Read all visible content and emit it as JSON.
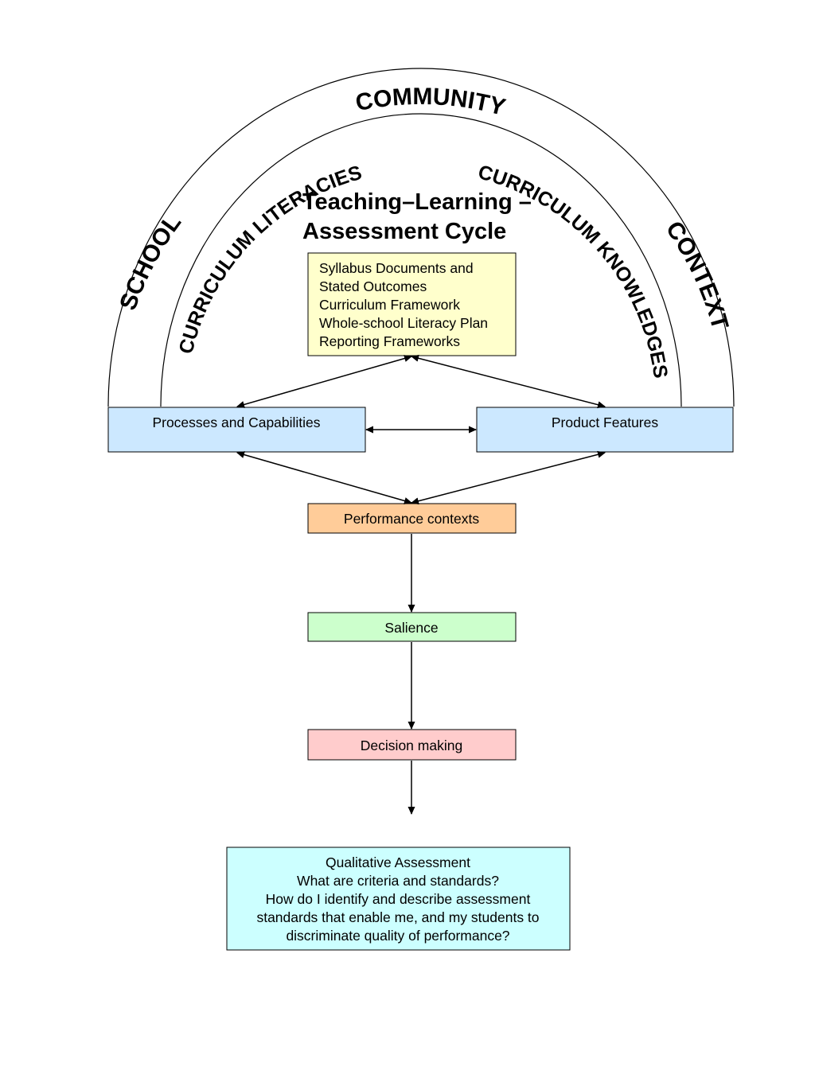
{
  "title": {
    "line1": "Teaching–Learning –",
    "line2": "Assessment Cycle"
  },
  "outer_arc": {
    "school": "SCHOOL",
    "community": "COMMUNITY",
    "context": "CONTEXT"
  },
  "inner_arc": {
    "literacies": "CURRICULUM LITERACIES",
    "knowledges": "CURRICULUM KNOWLEDGES"
  },
  "syllabus_box": {
    "lines": [
      "Syllabus Documents and",
      "Stated Outcomes",
      "Curriculum Framework",
      "Whole-school Literacy Plan",
      "Reporting Frameworks"
    ]
  },
  "processes_box": {
    "label": "Processes and Capabilities"
  },
  "product_box": {
    "label": "Product Features"
  },
  "performance_box": {
    "label": "Performance contexts"
  },
  "salience_box": {
    "label": "Salience"
  },
  "decision_box": {
    "label": "Decision making"
  },
  "qualitative_box": {
    "lines": [
      "Qualitative Assessment",
      "What are criteria and standards?",
      "How do I identify and describe assessment",
      "standards that enable me, and my students to",
      "discriminate quality of performance?"
    ]
  },
  "colors": {
    "syllabus": "#ffffcc",
    "processes": "#cce8ff",
    "product": "#cce8ff",
    "performance": "#ffcc99",
    "salience": "#ccffcc",
    "decision": "#ffcccc",
    "qualitative": "#ccffff"
  }
}
